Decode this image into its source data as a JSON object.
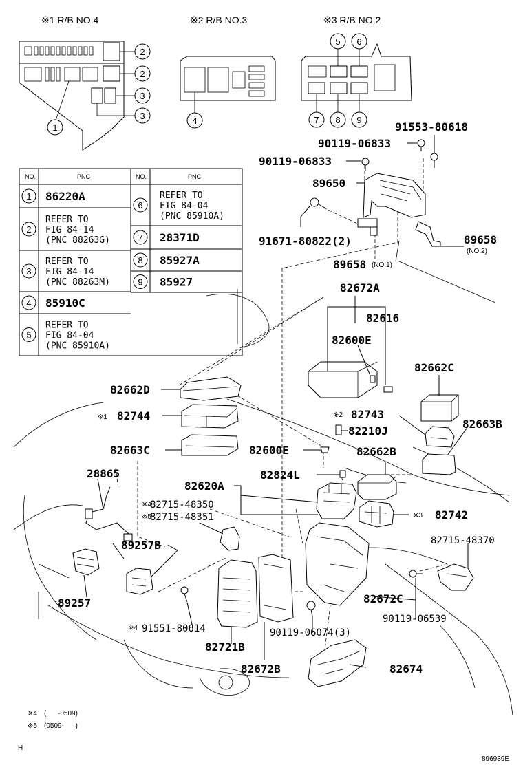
{
  "relay_blocks": {
    "rb4": "※1 R/B NO.4",
    "rb3": "※2 R/B NO.3",
    "rb2": "※3 R/B NO.2"
  },
  "callouts": {
    "c1": "1",
    "c2": "2",
    "c3": "3",
    "c4": "4",
    "c5": "5",
    "c6": "6",
    "c7": "7",
    "c8": "8",
    "c9": "9"
  },
  "table": {
    "headers": {
      "no": "NO.",
      "pnc": "PNC"
    },
    "left_rows": [
      {
        "no": "1",
        "lines": [
          "86220A"
        ],
        "bold": true
      },
      {
        "no": "2",
        "lines": [
          "REFER TO",
          "FIG 84-14",
          "(PNC 88263G)"
        ],
        "bold": false
      },
      {
        "no": "3",
        "lines": [
          "REFER TO",
          "FIG 84-14",
          "(PNC 88263M)"
        ],
        "bold": false
      },
      {
        "no": "4",
        "lines": [
          "85910C"
        ],
        "bold": true
      },
      {
        "no": "5",
        "lines": [
          "REFER TO",
          "FIG 84-04",
          "(PNC 85910A)"
        ],
        "bold": false
      }
    ],
    "right_rows": [
      {
        "no": "6",
        "lines": [
          "REFER TO",
          "FIG 84-04",
          "(PNC 85910A)"
        ],
        "bold": false
      },
      {
        "no": "7",
        "lines": [
          "28371D"
        ],
        "bold": true
      },
      {
        "no": "8",
        "lines": [
          "85927A"
        ],
        "bold": true
      },
      {
        "no": "9",
        "lines": [
          "85927"
        ],
        "bold": true
      }
    ]
  },
  "parts": {
    "p91553": "91553-80618",
    "p90119a": "90119-06833",
    "p90119b": "90119-06833",
    "p89650": "89650",
    "p89658_2": "89658",
    "p89658_2_note": "(NO.2)",
    "p91671": "91671-80822(2)",
    "p89658_1": "89658",
    "p89658_1_note": "(NO.1)",
    "p82672A": "82672A",
    "p82616": "82616",
    "p82600E_top": "82600E",
    "p82662C": "82662C",
    "p82662D": "82662D",
    "p82744_mark": "※1",
    "p82744": "82744",
    "p82743_mark": "※2",
    "p82743": "82743",
    "p82663B": "82663B",
    "p82210J": "82210J",
    "p82663C": "82663C",
    "p82600E_mid": "82600E",
    "p82662B": "82662B",
    "p28865": "28865",
    "p82620A": "82620A",
    "p82824L": "82824L",
    "p82715_48350_mark": "※4",
    "p82715_48350": "82715-48350",
    "p82715_48351_mark": "※5",
    "p82715_48351": "82715-48351",
    "p82742_mark": "※3",
    "p82742": "82742",
    "p89257B": "89257B",
    "p82715_48370": "82715-48370",
    "p89257": "89257",
    "p82672C": "82672C",
    "p90119_06539": "90119-06539",
    "p91551_mark": "※4",
    "p91551": "91551-80614",
    "p90119_06074": "90119-06074(3)",
    "p82721B": "82721B",
    "p82672B": "82672B",
    "p82674": "82674"
  },
  "notes": {
    "n4_mark": "※4",
    "n4_text": "(      -0509)",
    "n5_mark": "※5",
    "n5_text": "(0509-      )"
  },
  "footer": {
    "left": "H",
    "right": "896939E"
  }
}
